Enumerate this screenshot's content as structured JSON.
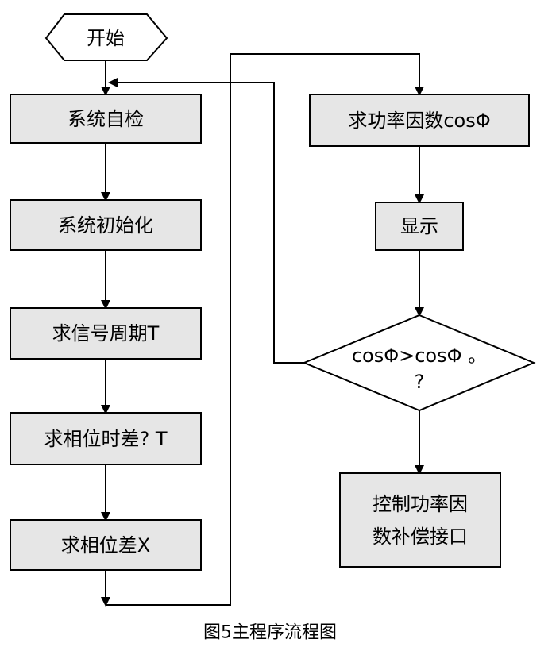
{
  "flowchart": {
    "start": "开始",
    "self_check": "系统自检",
    "init": "系统初始化",
    "period": "求信号周期T",
    "time_diff": "求相位时差? T",
    "phase_diff": "求相位差X",
    "power_factor": "求功率因数cosΦ",
    "display": "显示",
    "decision_line1": "cosΦ>cosΦ 。",
    "decision_line2": "?",
    "control_line1": "控制功率因",
    "control_line2": "数补偿接口"
  },
  "caption": "图5主程序流程图",
  "colors": {
    "box_fill": "#e6e6e6",
    "line": "#000000",
    "background": "#ffffff"
  }
}
